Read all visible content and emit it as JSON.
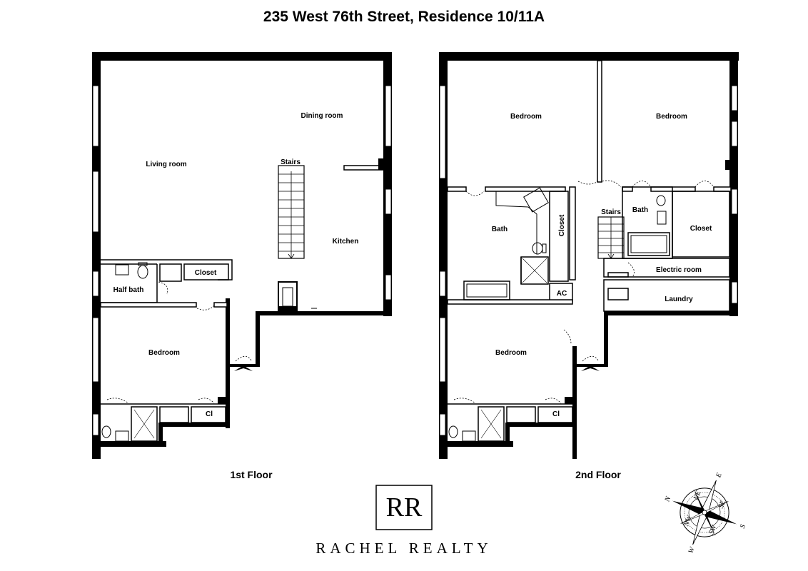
{
  "title": "235 West 76th Street, Residence 10/11A",
  "floors": [
    {
      "name": "1st Floor",
      "rooms": {
        "living": "Living room",
        "dining": "Dining room",
        "stairs": "Stairs",
        "kitchen": "Kitchen",
        "half_bath": "Half bath",
        "closet": "Closet",
        "bedroom": "Bedroom",
        "cl": "Cl"
      }
    },
    {
      "name": "2nd Floor",
      "rooms": {
        "bedroom_nw": "Bedroom",
        "bedroom_ne": "Bedroom",
        "bath_main": "Bath",
        "closet_vertical": "Closet",
        "stairs": "Stairs",
        "bath_small": "Bath",
        "closet_right": "Closet",
        "electric": "Electric room",
        "laundry": "Laundry",
        "ac": "AC",
        "bedroom_sw": "Bedroom",
        "cl": "Cl"
      }
    }
  ],
  "logo": {
    "monogram": "RR",
    "name": "RACHEL REALTY"
  },
  "compass": {
    "n": "N",
    "s": "S",
    "e": "E",
    "w": "W",
    "nw": "NW",
    "ne": "NE",
    "se": "SE",
    "sw": "SW"
  }
}
